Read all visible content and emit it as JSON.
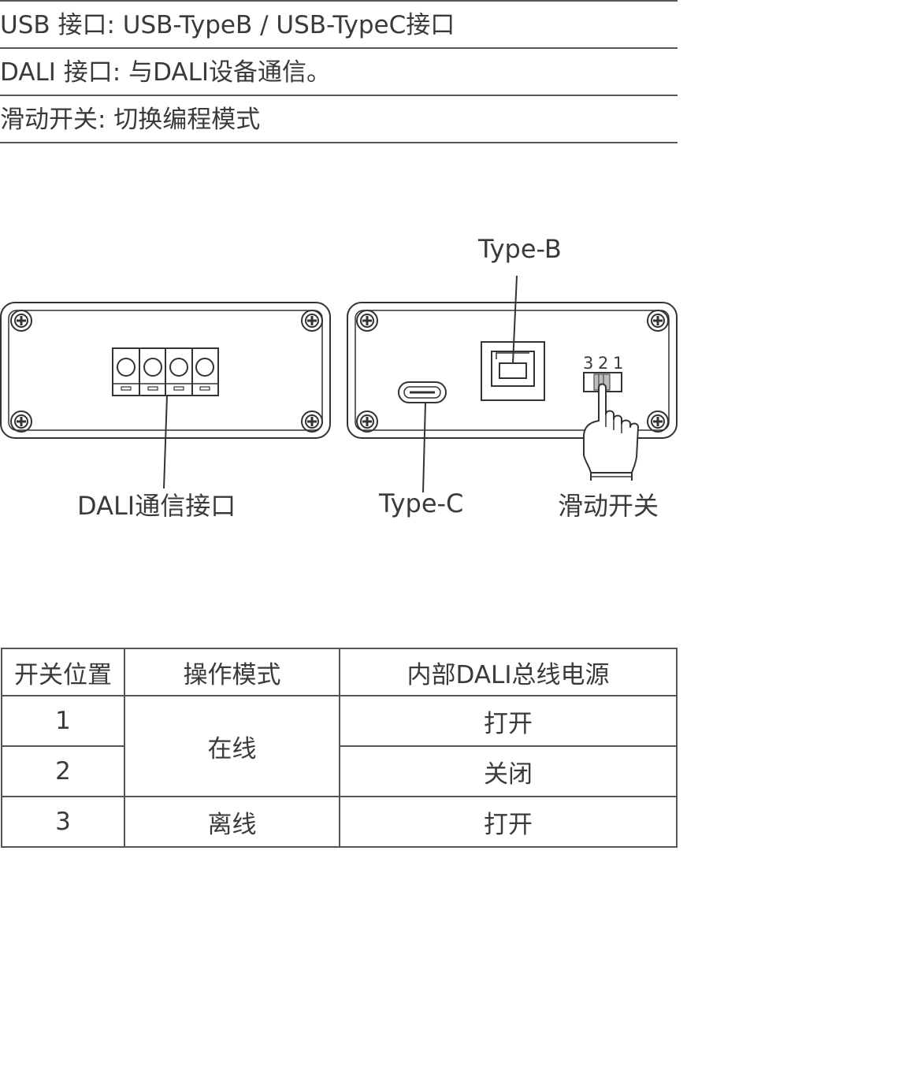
{
  "spec_lines": [
    "USB 接口: USB-TypeB /  USB-TypeC接口",
    "DALI 接口: 与DALI设备通信。",
    "滑动开关: 切换编程模式"
  ],
  "diagram": {
    "label_type_b": "Type-B",
    "label_type_c": "Type-C",
    "label_dali": "DALI通信接口",
    "label_switch": "滑动开关",
    "switch_positions": [
      "3",
      "2",
      "1"
    ]
  },
  "table": {
    "headers": [
      "开关位置",
      "操作模式",
      "内部DALI总线电源"
    ],
    "rows": [
      {
        "position": "1",
        "mode": "在线",
        "power": "打开"
      },
      {
        "position": "2",
        "mode": "在线",
        "power": "关闭"
      },
      {
        "position": "3",
        "mode": "离线",
        "power": "打开"
      }
    ]
  }
}
